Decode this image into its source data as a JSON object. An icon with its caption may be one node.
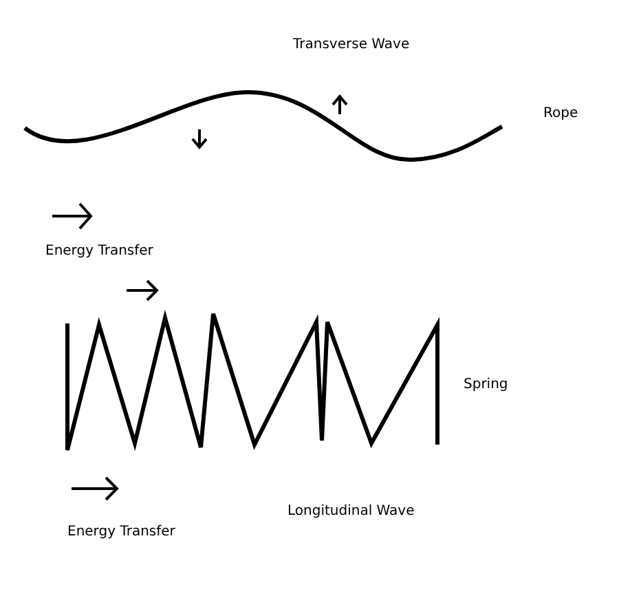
{
  "diagram": {
    "labels": [
      "Transverse Wave",
      "Rope",
      "Energy Transfer",
      "Spring",
      "Longitudinal Wave",
      "Energy Transfer"
    ]
  }
}
